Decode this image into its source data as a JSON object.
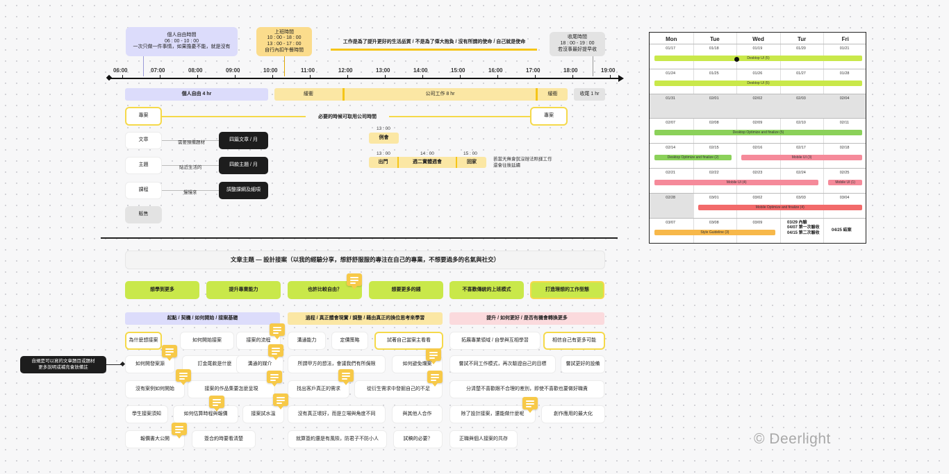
{
  "timeline": {
    "ticks": [
      "06:00",
      "07:00",
      "08:00",
      "09:00",
      "10:00",
      "11:00",
      "12:00",
      "13:00",
      "14:00",
      "15:00",
      "16:00",
      "17:00",
      "18:00",
      "19:00"
    ],
    "notes": {
      "personal": {
        "title": "個人自由時間",
        "time": "06 : 00 - 10 : 00",
        "desc": "一次只做一件事情，如果擔憂不能，就是沒有"
      },
      "work": {
        "title": "上班時間",
        "time1": "10 : 00 - 18 : 00",
        "time2": "13 : 00 - 17 : 00",
        "desc": "自行內扣午餐時間"
      },
      "slogan": "工作是為了提升更好的生活品質 / 不是為了偉大抱負 / 沒有所謂的使命 / 自己就是使命",
      "close": {
        "title": "收尾時間",
        "time": "18 : 00 - 19 : 00",
        "desc": "若沒事最好提早收"
      }
    },
    "segments": {
      "personal": "個人自由 4 hr",
      "buffer1": "緩衝",
      "company": "公司工作 8 hr",
      "buffer2": "緩衝",
      "close": "收尾 1 hr"
    },
    "project_left": "專案",
    "project_mid": "必要的時候可取用公司時間",
    "project_right": "專案",
    "rows": [
      {
        "label": "文章",
        "note": "需要預備題材",
        "target": "四篇文章 / 月"
      },
      {
        "label": "主題",
        "note": "貼近生活的",
        "target": "四款主題 / 月"
      },
      {
        "label": "課程",
        "note": "慢慢來",
        "target": "調整課綱及細項"
      }
    ],
    "sales": "販售",
    "meetings": {
      "t1": "13 : 00",
      "m1": "例會",
      "t2": "13 : 00",
      "t3": "14 : 00",
      "t4": "15 : 00",
      "m2": "出門",
      "m3": "週二實體週會",
      "m4": "回家",
      "note": "若當天無會就沒辦法照樣工作\n還會往後延續"
    }
  },
  "calendar": {
    "days": [
      "Mon",
      "Tue",
      "Wed",
      "Tur",
      "Fri"
    ],
    "rows": [
      [
        "01/17",
        "01/18",
        "01/19",
        "01/20",
        "01/21"
      ],
      [
        "01/24",
        "01/25",
        "01/26",
        "01/27",
        "01/28"
      ],
      [
        "01/31",
        "02/01",
        "02/02",
        "02/03",
        "02/04"
      ],
      [
        "02/07",
        "02/08",
        "02/09",
        "02/10",
        "02/11"
      ],
      [
        "02/14",
        "02/15",
        "02/16",
        "02/17",
        "02/18"
      ],
      [
        "02/21",
        "02/22",
        "02/23",
        "02/24",
        "02/25"
      ],
      [
        "02/28",
        "03/01",
        "03/02",
        "03/03",
        "03/04"
      ],
      [
        "03/07",
        "03/08",
        "03/09",
        "",
        ""
      ]
    ],
    "bars": [
      "Desktop UI (5)",
      "Desktop UI (5)",
      "Desktop Optimize and finalize (5)",
      "Desktop Optimize and finalize (2)",
      "Mobile UI (3)",
      "Mobile UI (4)",
      "Mobile UI (1)",
      "Mobile Optimize and finalize (4)",
      "Style Guideline (3)"
    ],
    "notes": {
      "a": "03/29 內驗",
      "b": "04/07 第一次驗收",
      "c": "04/15 第二次驗收",
      "d": "04/25 結案"
    }
  },
  "mindmap": {
    "title": "文章主題 — 設計接案（以我的經驗分享，想舒舒服服的專注在自己的專業，不想要過多的名氣與社交）",
    "goals": [
      "想學到更多",
      "提升專業能力",
      "也許比較自由？",
      "想要更多的錢",
      "不喜歡傳統的上班模式",
      "打造理想的工作型態"
    ],
    "cat1": "起點 / 契機 / 如何開始 / 接案基礎",
    "cat2": "過程 / 真正體會現實 / 調整 / 藉由真正的換位思考來學習",
    "cat3": "提升 / 如何更好 / 是否有機會轉換更多",
    "col1": [
      [
        "為什麼想接案",
        "如何開始接案",
        "接案的流程"
      ],
      [
        "如何開發案源",
        "訂金尾款是什麼",
        "溝通的媒介"
      ],
      [
        "沒有案例如何開始",
        "接案的作品集要怎麼呈現"
      ],
      [
        "學生接案須知",
        "如何估算時程與報價",
        "接案試水溫"
      ],
      [
        "報價書大公開",
        "簽合約時要看清楚"
      ]
    ],
    "col2": [
      [
        "溝通能力",
        "定價策略",
        "試著自己當案主看看"
      ],
      [
        "所謂甲方的想法，會議我們有所侷限",
        "如何避免爛案"
      ],
      [
        "找出客戶真正的需求",
        "從衍生需求中發掘自己的不足"
      ],
      [
        "沒有真正壞好，而是立場與角度不同",
        "與其他人合作"
      ],
      [
        "就算簽約還是有風險，防君子不防小人",
        "試稿的必要？"
      ]
    ],
    "col3": [
      [
        "拓展專業領域 / 自學與互相學習",
        "相信自己有更多可能"
      ],
      [
        "嘗試不同工作模式，再次驗證自己的目標",
        "嘗試更好的設備"
      ],
      [
        "分清楚不喜歡跟不合理的差別，即使不喜歡也要做好職責"
      ],
      [
        "除了設計接案，還能做什麼呢",
        "創作應用的最大化"
      ],
      [
        "正職與個人接案的共存"
      ]
    ],
    "side_note": "自規是可以寫的文章題目或題材\n更多說明或補充會放備註"
  },
  "watermark": "© Deerlight"
}
